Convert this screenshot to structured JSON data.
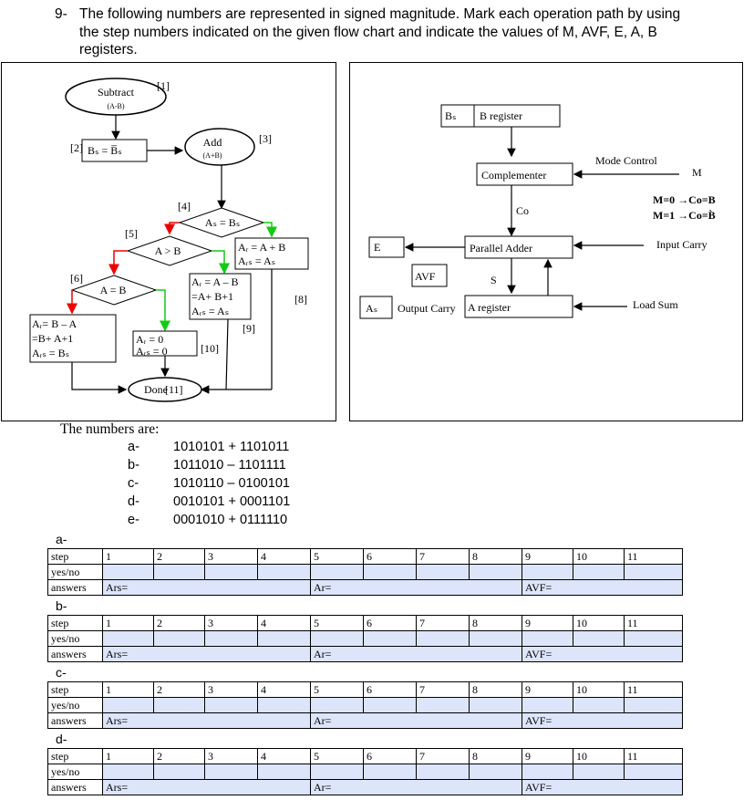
{
  "question": {
    "number": "9-",
    "text": "The following numbers are represented in signed magnitude. Mark each operation path by using the step numbers indicated on the given flow chart and indicate the values of M, AVF, E, A, B registers."
  },
  "flowchart": {
    "subtract": "Subtract",
    "subtract_sub": "(A-B)",
    "step1": "[1]",
    "step2": "[2]",
    "bs_assign": "Bₛ = B̅ₛ",
    "add": "Add",
    "add_sub": "(A+B)",
    "step3": "[3]",
    "step4": "[4]",
    "cond_as_bs": "Aₛ = Bₛ",
    "step5": "[5]",
    "cond_agtb": "A > B",
    "box_ar_sum_1": "Aᵣ = A + B",
    "box_ar_sum_2": "Aᵣₛ = Aₛ",
    "step6": "[6]",
    "cond_aeqb": "A = B",
    "box_ar_diff_1": "Aᵣ = A – B",
    "box_ar_diff_2": "=A+ B+1",
    "box_ar_diff_3": "Aᵣₛ = Aₛ",
    "step8": "[8]",
    "step9": "[9]",
    "box_ba_1": "Aᵣ= B – A",
    "box_ba_2": "=B+ A+1",
    "box_ba_3": "Aᵣₛ = Bₛ",
    "box_zero_1": "Aᵣ = 0",
    "box_zero_2": "Aᵣₛ = 0",
    "step10": "[10]",
    "done": "Done",
    "step11": "[11]"
  },
  "hardware": {
    "bs": "Bₛ",
    "b_register": "B register",
    "mode_control": "Mode Control",
    "m": "M",
    "complementer": "Complementer",
    "co": "Co",
    "m0": "M=0 →Co=B",
    "m1": "M=1 →Co=B̀",
    "e": "E",
    "parallel_adder": "Parallel Adder",
    "input_carry": "Input Carry",
    "avf": "AVF",
    "s": "S",
    "as": "Aₛ",
    "output_carry": "Output Carry",
    "a_register": "A register",
    "load_sum": "Load Sum"
  },
  "numbers": {
    "title": "The numbers are:",
    "items": [
      {
        "label": "a-",
        "value": "1010101 + 1101011"
      },
      {
        "label": "b-",
        "value": "1011010 – 1101111"
      },
      {
        "label": "c-",
        "value": "1010110 – 0100101"
      },
      {
        "label": "d-",
        "value": "0010101 + 0001101"
      },
      {
        "label": "e-",
        "value": "0001010 + 0111110"
      }
    ]
  },
  "tables": {
    "sections": [
      {
        "label": "a-"
      },
      {
        "label": "b-"
      },
      {
        "label": "c-"
      },
      {
        "label": "d-"
      }
    ],
    "step_label": "step",
    "yesno_label": "yes/no",
    "answers_label": "answers",
    "steps": [
      "1",
      "2",
      "3",
      "4",
      "5",
      "6",
      "7",
      "8",
      "9",
      "10",
      "11"
    ],
    "ars": "Ars=",
    "ar": "Ar=",
    "avf": "AVF="
  }
}
